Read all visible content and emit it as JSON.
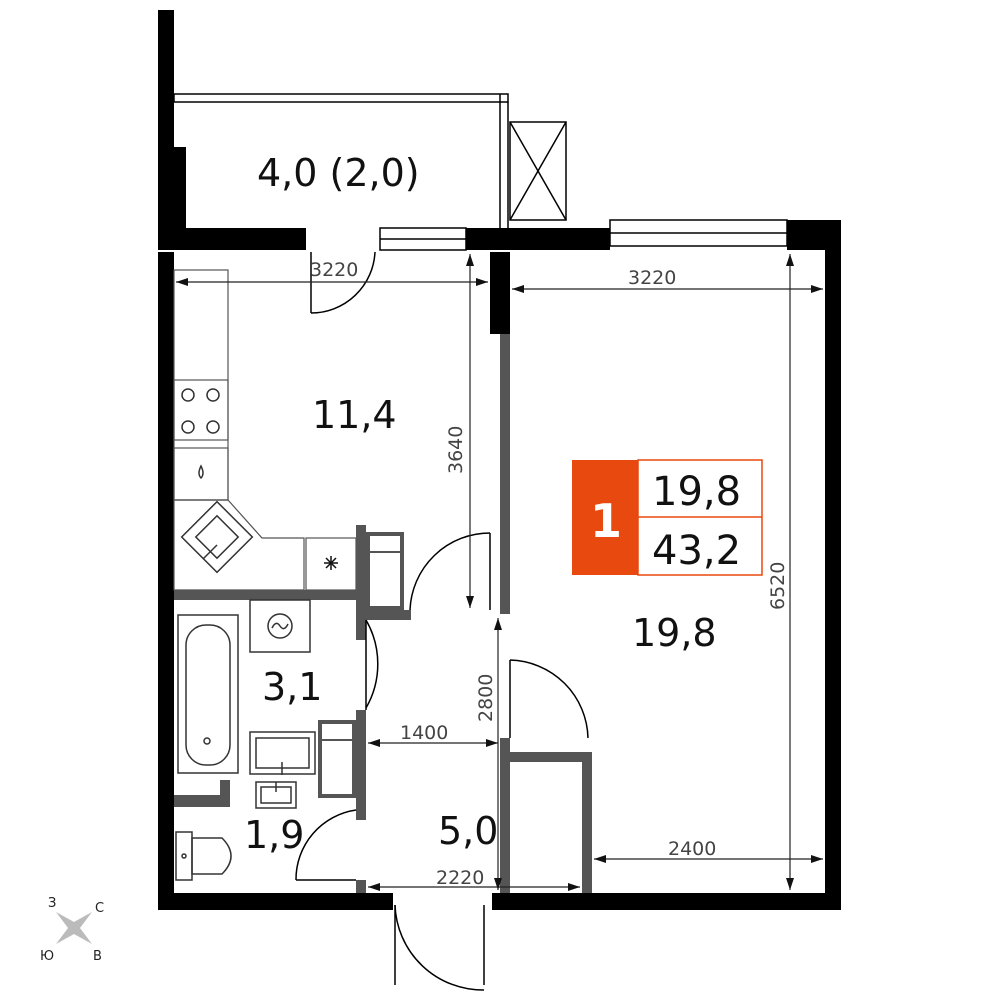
{
  "colors": {
    "wall": "#000000",
    "partition": "#555555",
    "accent": "#e8490f",
    "dimension": "#444444"
  },
  "rooms": {
    "balcony": "4,0 (2,0)",
    "kitchen": "11,4",
    "living": "19,8",
    "bathroom": "3,1",
    "toilet": "1,9",
    "hall": "5,0"
  },
  "dimensions": {
    "kitchen_width": "3220",
    "living_width": "3220",
    "kitchen_depth": "3640",
    "living_depth": "6520",
    "hall_length": "2800",
    "hall_width": "1400",
    "entry_width": "2220",
    "living_lower_width": "2400"
  },
  "badge": {
    "rooms_count": "1",
    "living_area": "19,8",
    "total_area": "43,2"
  },
  "compass": {
    "north_west": "З",
    "north_east": "С",
    "south_west": "Ю",
    "south_east": "В"
  },
  "icons": [
    "stove-icon",
    "sink-icon",
    "fridge-icon",
    "washer-icon",
    "bathtub-icon",
    "toilet-icon",
    "washbasin-icon",
    "compass-icon"
  ]
}
